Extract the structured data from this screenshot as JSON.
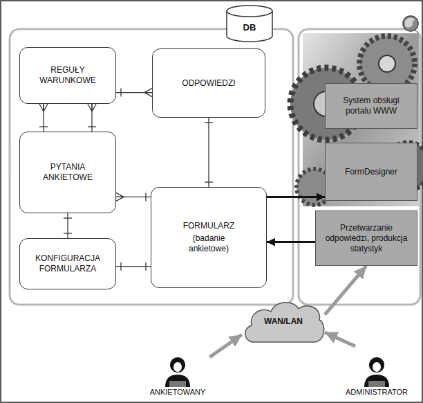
{
  "diagram": {
    "nodes": [
      {
        "text": [
          "DB"
        ]
      },
      {
        "text": [
          "REGUŁY WARUNKOWE"
        ]
      },
      {
        "text": [
          "ODPOWIEDZI"
        ]
      },
      {
        "text": [
          "PYTANIA ANKIETOWE"
        ]
      },
      {
        "text": [
          "FORMULARZ",
          "(badanie ankietowe)"
        ]
      },
      {
        "text": [
          "KONFIGURACJA FORMULARZA"
        ]
      },
      {
        "text": [
          "System obsługi portalu WWW"
        ]
      },
      {
        "text": [
          "FormDesigner"
        ]
      },
      {
        "text": [
          "Przetwarzanie odpowiedzi, produkcja statystyk"
        ]
      },
      {
        "text": [
          "WAN/LAN"
        ]
      },
      {
        "text": [
          "ANKIETOWANY"
        ]
      },
      {
        "text": [
          "ADMINISTRATOR"
        ]
      }
    ],
    "edges": [
      {
        "from": 1,
        "to": 3,
        "arrow": "none"
      },
      {
        "from": 1,
        "to": 3,
        "arrow": "none"
      },
      {
        "from": 1,
        "to": 2,
        "arrow": "none"
      },
      {
        "from": 2,
        "to": 4,
        "arrow": "none"
      },
      {
        "from": 3,
        "to": 4,
        "arrow": "none"
      },
      {
        "from": 3,
        "to": 5,
        "arrow": "none"
      },
      {
        "from": 5,
        "to": 4,
        "arrow": "none"
      },
      {
        "from": 4,
        "to": 7,
        "arrow": "to"
      },
      {
        "from": 8,
        "to": 4,
        "arrow": "to"
      },
      {
        "from": 10,
        "to": 9,
        "arrow": "to"
      },
      {
        "from": 9,
        "to": 8,
        "arrow": "to"
      },
      {
        "from": 11,
        "to": 9,
        "arrow": "to"
      }
    ]
  }
}
